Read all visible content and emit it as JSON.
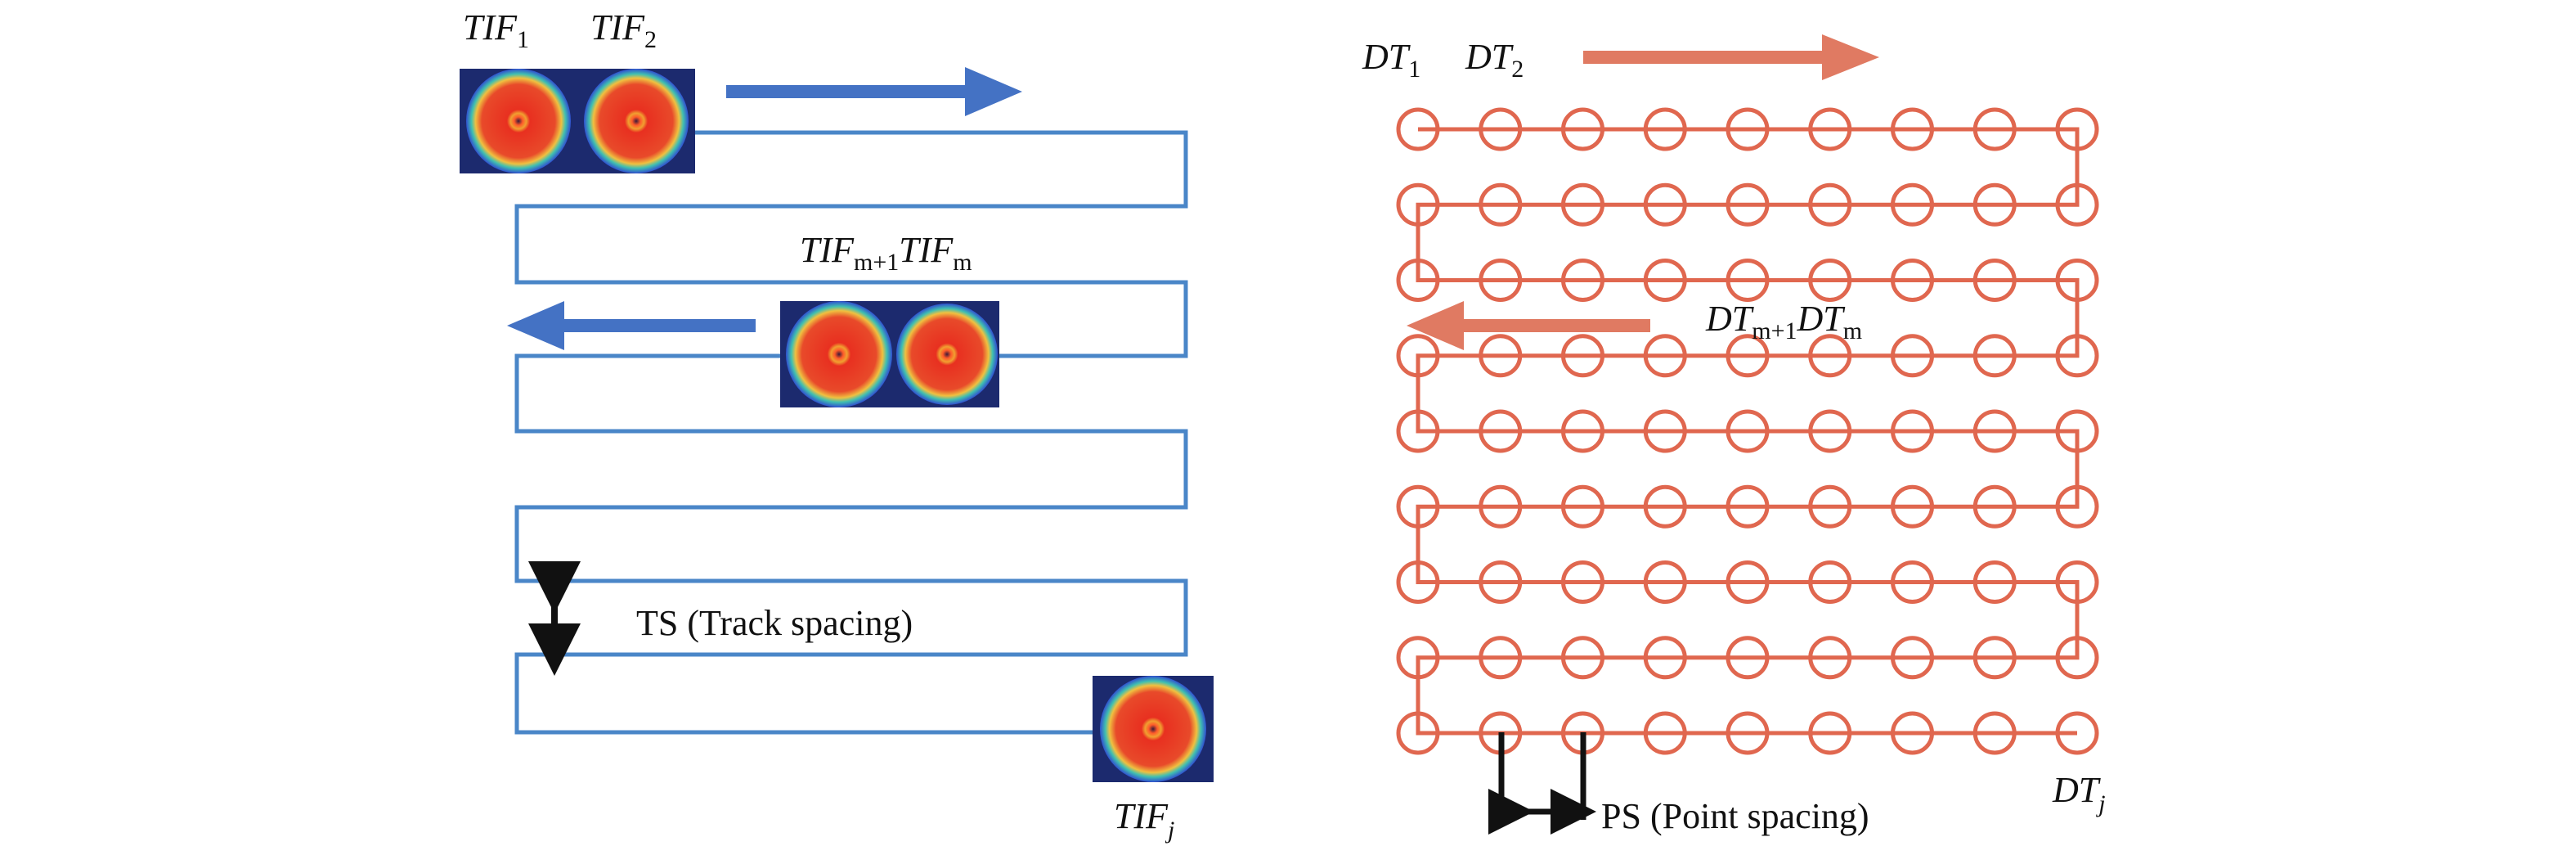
{
  "left_panel": {
    "tif1": {
      "base": "TIF",
      "sub": "1"
    },
    "tif2": {
      "base": "TIF",
      "sub": "2"
    },
    "tifm1": {
      "base": "TIF",
      "sub": "m+1"
    },
    "tifm": {
      "base": "TIF",
      "sub": "m"
    },
    "tifj": {
      "base": "TIF",
      "sub": "j"
    },
    "ts_label": "TS (Track spacing)",
    "path_color": "#4a86c8",
    "arrow_color": "#4472c4"
  },
  "right_panel": {
    "dt1": {
      "base": "DT",
      "sub": "1"
    },
    "dt2": {
      "base": "DT",
      "sub": "2"
    },
    "dtm1": {
      "base": "DT",
      "sub": "m+1"
    },
    "dtm": {
      "base": "DT",
      "sub": "m"
    },
    "dtj": {
      "base": "DT",
      "sub": "j"
    },
    "ps_label": "PS (Point spacing)",
    "grid_rows": 9,
    "grid_cols": 9,
    "color": "#e0674f",
    "arrow_color": "#e07a62"
  }
}
